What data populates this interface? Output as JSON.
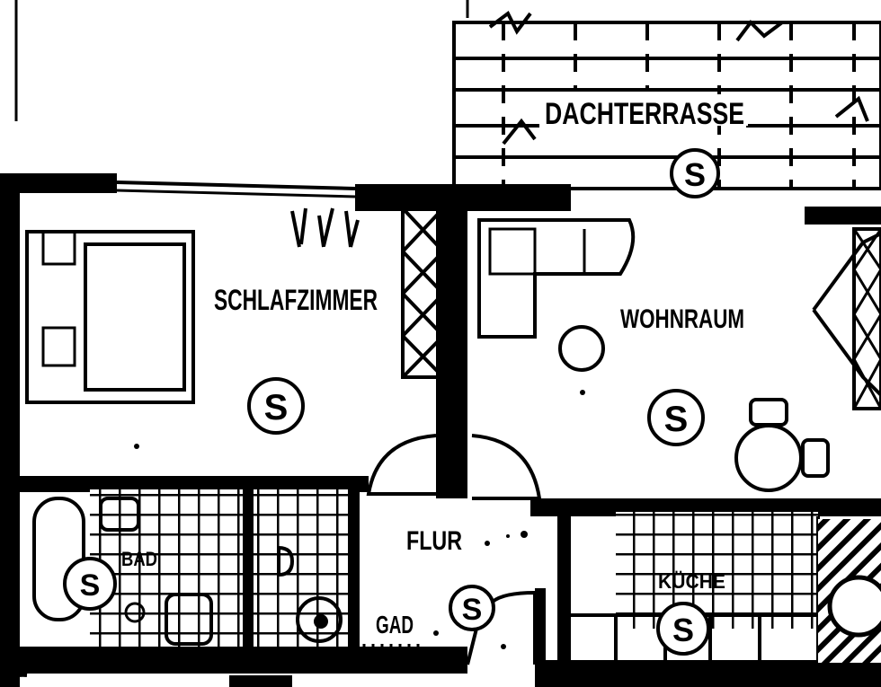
{
  "plan": {
    "rooms": {
      "roof_terrace": "DACHTERRASSE",
      "bedroom": "SCHLAFZIMMER",
      "living_room": "WOHNRAUM",
      "hallway": "FLUR",
      "bathroom": "BAD",
      "wardrobe": "GAD",
      "kitchen": "KÜCHE"
    },
    "marker_symbol": "S",
    "colors": {
      "ink": "#000000",
      "paper": "#ffffff"
    }
  }
}
